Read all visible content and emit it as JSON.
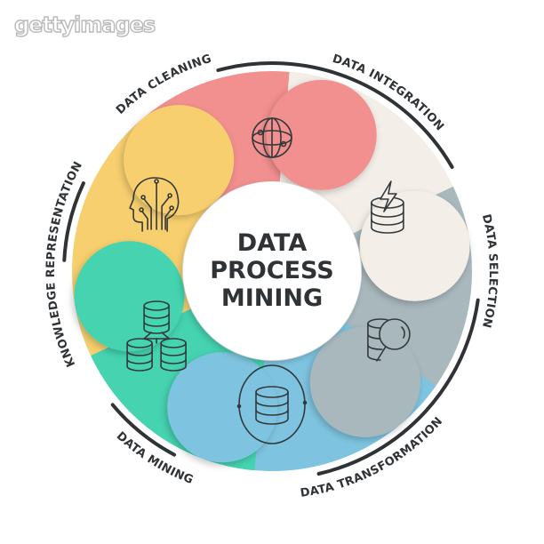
{
  "watermark": "gettyimages",
  "title_lines": [
    "DATA",
    "PROCESS",
    "MINING"
  ],
  "text_color": "#2f3336",
  "segments": [
    {
      "label": "DATA CLEANING",
      "color": "#f28f8f",
      "icon": "globe-icon"
    },
    {
      "label": "DATA INTEGRATION",
      "color": "#f3efe8",
      "icon": "database-lightning-icon"
    },
    {
      "label": "DATA SELECTION",
      "color": "#a9b8bd",
      "icon": "database-search-icon"
    },
    {
      "label": "DATA TRANSFORMATION",
      "color": "#7ec4e0",
      "icon": "database-cycle-icon"
    },
    {
      "label": "DATA MINING",
      "color": "#45d3b0",
      "icon": "database-network-icon"
    },
    {
      "label": "KNOWLEDGE REPRESENTATION",
      "color": "#f7cf6e",
      "icon": "ai-head-icon"
    }
  ]
}
